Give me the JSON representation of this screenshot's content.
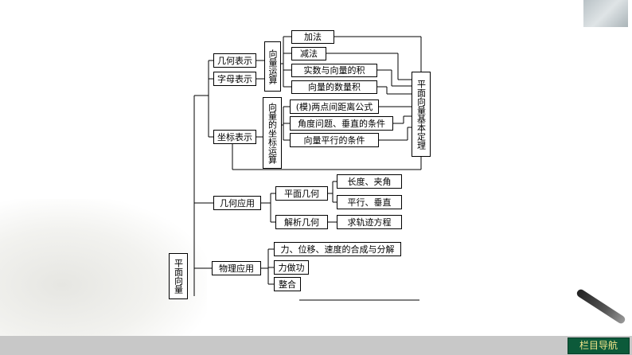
{
  "root": "平面向量",
  "branch1": {
    "geometric_rep": "几何表示",
    "letter_rep": "字母表示",
    "coord_rep": "坐标表示",
    "vector_ops": "向量运算",
    "coord_ops": "向量的坐标运算",
    "ops": [
      "加法",
      "减法",
      "实数与向量的积",
      "向量的数量积"
    ],
    "coord_items": [
      "(模)两点间距离公式",
      "角度问题、垂直的条件",
      "向量平行的条件"
    ],
    "theorem": "平面向量基本定理"
  },
  "branch2": {
    "geometry_app": "几何应用",
    "plane_geometry": "平面几何",
    "analytic_geometry": "解析几何",
    "pg_items": [
      "长度、夹角",
      "平行、垂直"
    ],
    "ag_items": [
      "求轨迹方程"
    ]
  },
  "branch3": {
    "physics_app": "物理应用",
    "items": [
      "力、位移、速度的合成与分解",
      "力做功",
      "整合"
    ]
  },
  "footer": {
    "nav": "栏目导航"
  }
}
